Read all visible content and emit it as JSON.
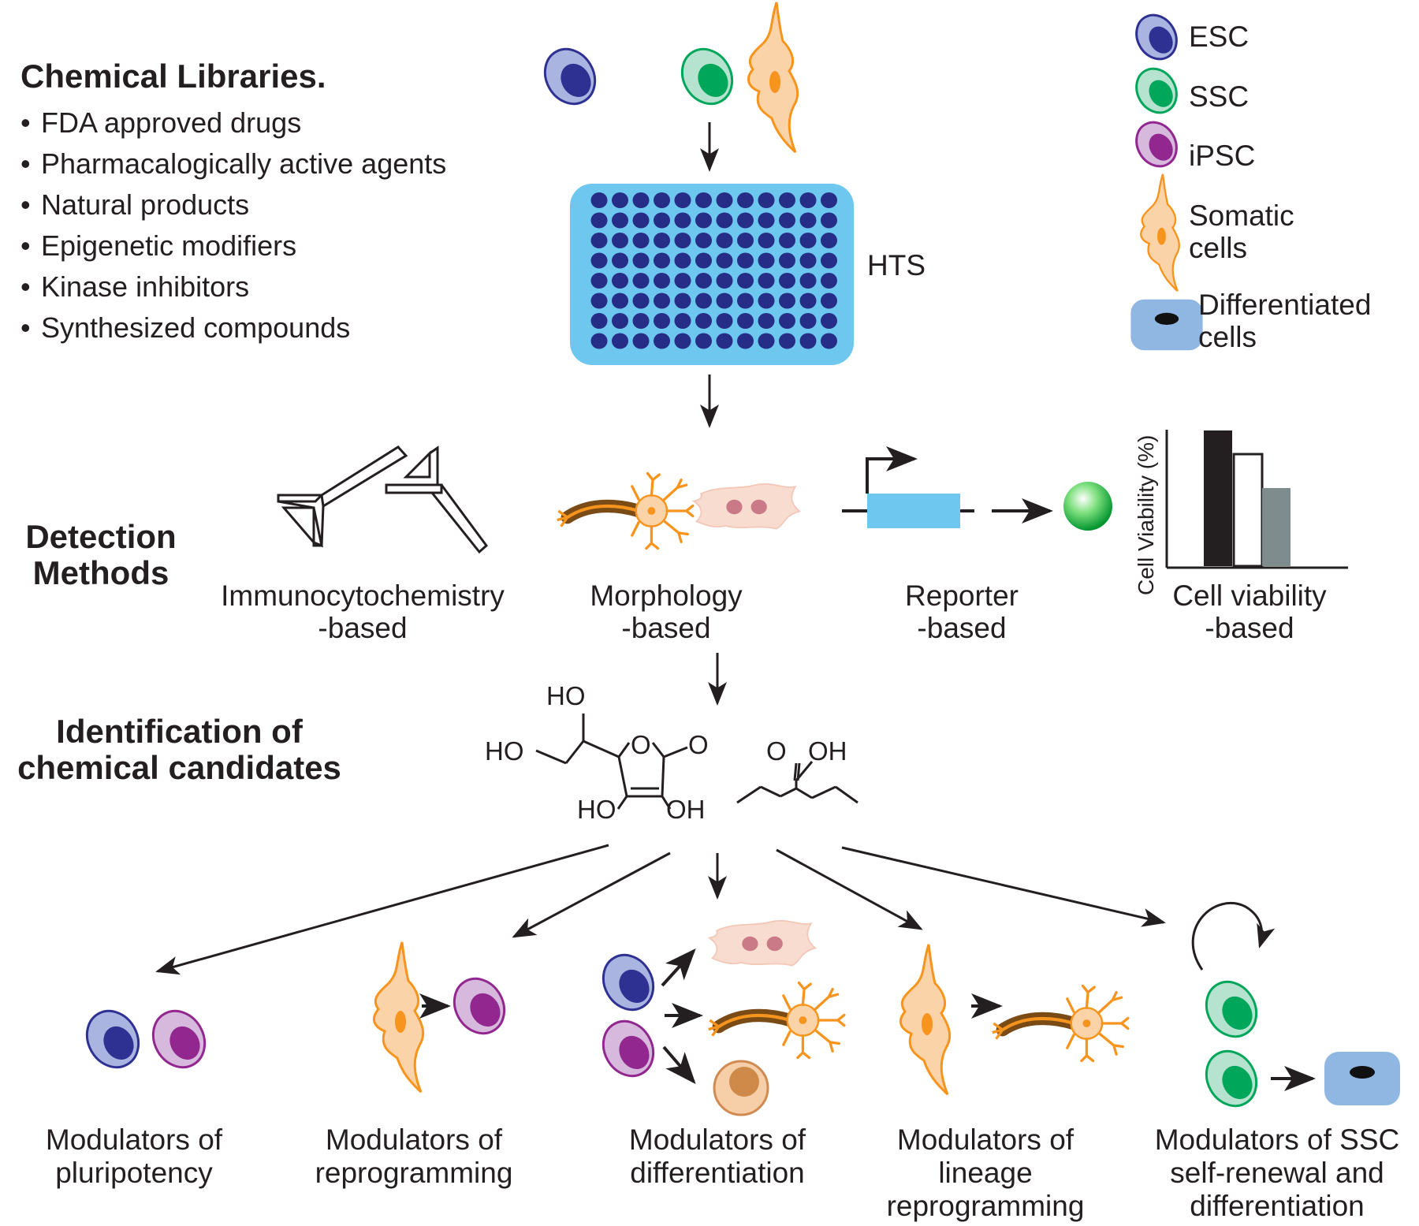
{
  "libraries": {
    "title": "Chemical Libraries.",
    "items": [
      "FDA approved drugs",
      "Pharmacalogically active agents",
      "Natural products",
      "Epigenetic modifiers",
      "Kinase inhibitors",
      "Synthesized compounds"
    ]
  },
  "hts_label": "HTS",
  "legend": {
    "esc": "ESC",
    "ssc": "SSC",
    "ipsc": "iPSC",
    "somatic": [
      "Somatic",
      "cells"
    ],
    "differentiated": [
      "Differentiated",
      "cells"
    ]
  },
  "detection": {
    "title": [
      "Detection",
      "Methods"
    ],
    "methods": [
      [
        "Immunocytochemistry",
        "-based"
      ],
      [
        "Morphology",
        "-based"
      ],
      [
        "Reporter",
        "-based"
      ],
      [
        "Cell viability",
        "-based"
      ]
    ],
    "viability_axis": "Cell Viability (%)"
  },
  "identification": {
    "title": [
      "Identification of",
      "chemical candidates"
    ],
    "chem_labels": [
      "HO",
      "HO",
      "O",
      "O",
      "HO",
      "OH",
      "O",
      "OH"
    ]
  },
  "outcomes": [
    [
      "Modulators of",
      "pluripotency"
    ],
    [
      "Modulators of",
      "reprogramming"
    ],
    [
      "Modulators of",
      "differentiation"
    ],
    [
      "Modulators of",
      "lineage",
      "reprogramming"
    ],
    [
      "Modulators of SSC",
      "self-renewal and",
      "differentiation"
    ]
  ],
  "colors": {
    "esc": "#2e3192",
    "esc_light": "#a9b4e0",
    "ssc": "#00a65a",
    "ssc_light": "#b6e3cf",
    "ipsc": "#92278f",
    "ipsc_light": "#d7b9dd",
    "somatic": "#f7941d",
    "somatic_fill": "#fbd3a8",
    "plate": "#6dc7ee",
    "well": "#262d86",
    "differentiated": "#8fb7e2",
    "reporter": "#6dc7ee",
    "bar_black": "#231f20",
    "bar_grey": "#7f8c8d"
  }
}
